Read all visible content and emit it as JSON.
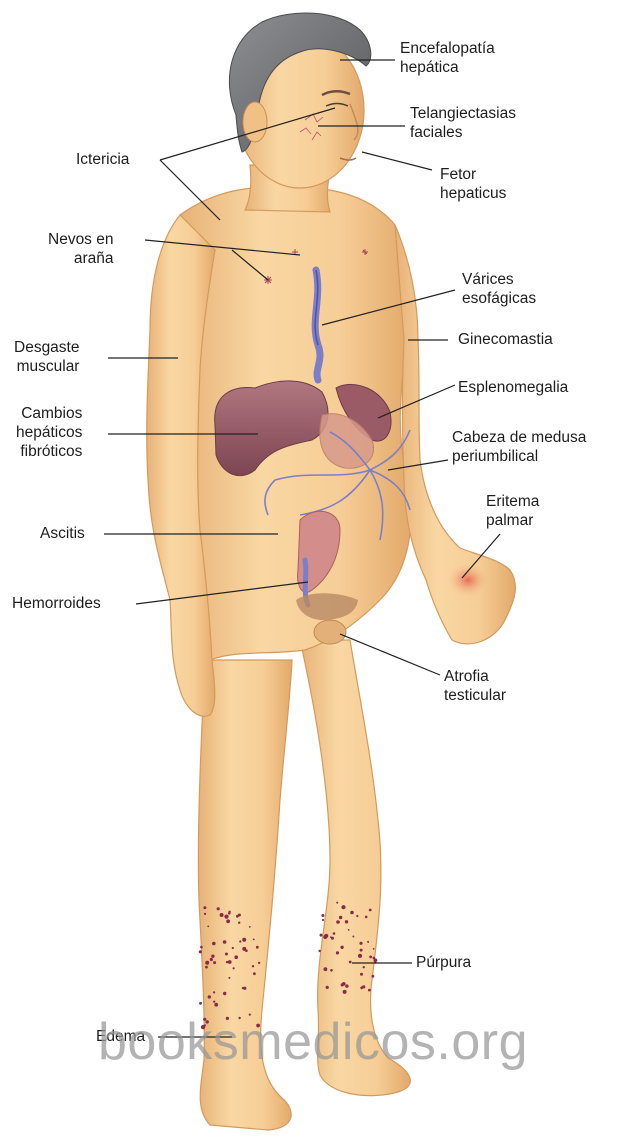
{
  "labels": {
    "encefalopatia": [
      "Encefalopatía",
      "hepática"
    ],
    "telangiectasias": [
      "Telangiectasias",
      "faciales"
    ],
    "fetor": [
      "Fetor",
      "hepaticus"
    ],
    "ictericia": [
      "Ictericia"
    ],
    "nevos": [
      "Nevos en",
      "araña"
    ],
    "varices": [
      "Várices",
      "esofágicas"
    ],
    "ginecomastia": [
      "Ginecomastia"
    ],
    "desgaste": [
      "Desgaste",
      "muscular"
    ],
    "esplenomegalia": [
      "Esplenomegalia"
    ],
    "cambios": [
      "Cambios",
      "hepáticos",
      "fibróticos"
    ],
    "cabeza_medusa": [
      "Cabeza de medusa",
      "periumbilical"
    ],
    "eritema": [
      "Eritema",
      "palmar"
    ],
    "ascitis": [
      "Ascitis"
    ],
    "hemorroides": [
      "Hemorroides"
    ],
    "atrofia": [
      "Atrofia",
      "testicular"
    ],
    "purpura": [
      "Púrpura"
    ],
    "edema": [
      "Edema"
    ]
  },
  "watermark": "booksmedicos.org",
  "colors": {
    "skin": "#f7cf98",
    "skin_shadow": "#e3aa6c",
    "hair": "#6f7174",
    "liver": "#9a5a66",
    "veins": "#7c7fc8",
    "leader_line": "#222222",
    "purpura_dots": "#8a2a4a",
    "palmar_erythema": "#e8685a"
  }
}
